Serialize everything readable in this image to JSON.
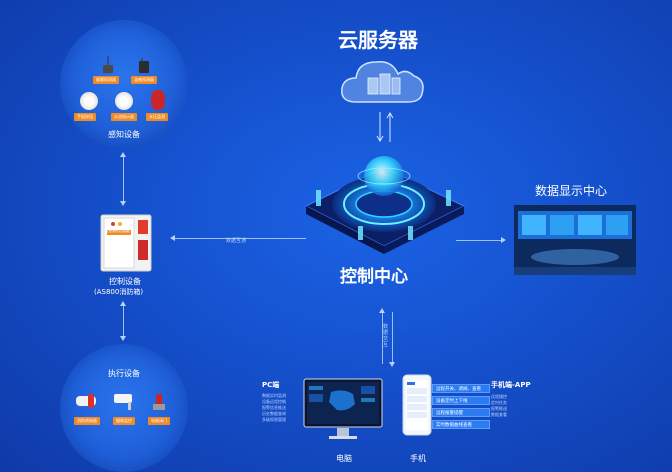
{
  "cloud": {
    "title": "云服务器"
  },
  "sensing": {
    "title": "感知设备",
    "devices": [
      "烟雾探测器",
      "温感探测器",
      "手报按钮",
      "水流指示器",
      "水压监测"
    ]
  },
  "control_box": {
    "title": "控制设备",
    "subtitle": "(AS800消防箱)",
    "panel_label": "智慧消防控制箱"
  },
  "exec": {
    "title": "执行设备",
    "devices": [
      "消防喷淋器",
      "摄像监控",
      "电磁阀门"
    ]
  },
  "control_center": {
    "title": "控制中心"
  },
  "display": {
    "title": "数据显示中心"
  },
  "links": {
    "horizontal": "数据互通",
    "vertical": "数据交互"
  },
  "pc": {
    "title": "PC端",
    "device_label": "电脑",
    "features": [
      "数据实时监测",
      "设备远程控制",
      "报警信息推送",
      "历史数据查询",
      "多级权限管理"
    ]
  },
  "mobile": {
    "title": "手机端-APP",
    "device_label": "手机",
    "features": [
      "远程开关、调阀、查看",
      "设备定时上下线",
      "远程报警提醒",
      "实时数据曲线查看"
    ],
    "notes": [
      "远程操控",
      "定时任务",
      "报警推送",
      "数据查看"
    ]
  },
  "colors": {
    "background": "#1550cc",
    "accent": "#f08a24",
    "glow": "#2ee6ff"
  }
}
